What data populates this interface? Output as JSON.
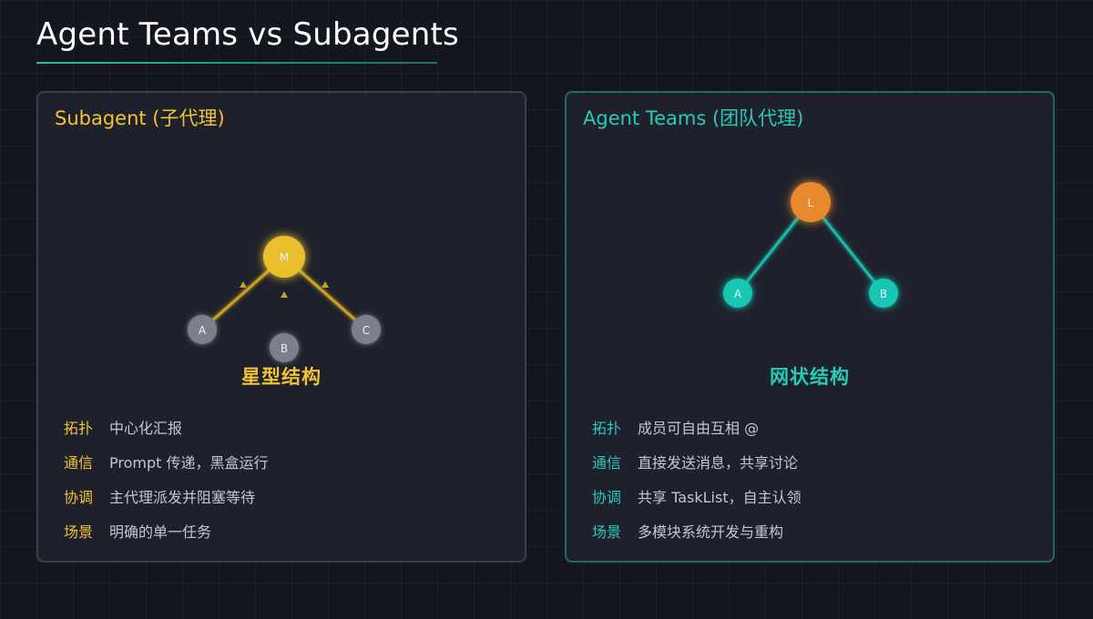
{
  "title": "Agent Teams vs Subagents",
  "colors": {
    "accent_yellow": "#f2c230",
    "accent_teal": "#26cbbb",
    "accent_orange": "#e8892f",
    "node_gray": "#7c7f8c"
  },
  "left": {
    "heading": "Subagent (子代理)",
    "structure_label": "星型结构",
    "nodes": {
      "master": "M",
      "a": "A",
      "b": "B",
      "c": "C"
    },
    "rows": [
      {
        "key": "拓扑",
        "value": "中心化汇报"
      },
      {
        "key": "通信",
        "value": "Prompt 传递，黑盒运行"
      },
      {
        "key": "协调",
        "value": "主代理派发并阻塞等待"
      },
      {
        "key": "场景",
        "value": "明确的单一任务"
      }
    ]
  },
  "right": {
    "heading": "Agent Teams (团队代理)",
    "structure_label": "网状结构",
    "nodes": {
      "lead": "L",
      "a": "A",
      "b": "B"
    },
    "rows": [
      {
        "key": "拓扑",
        "value": "成员可自由互相 @"
      },
      {
        "key": "通信",
        "value": "直接发送消息，共享讨论"
      },
      {
        "key": "协调",
        "value": "共享 TaskList，自主认领"
      },
      {
        "key": "场景",
        "value": "多模块系统开发与重构"
      }
    ]
  }
}
